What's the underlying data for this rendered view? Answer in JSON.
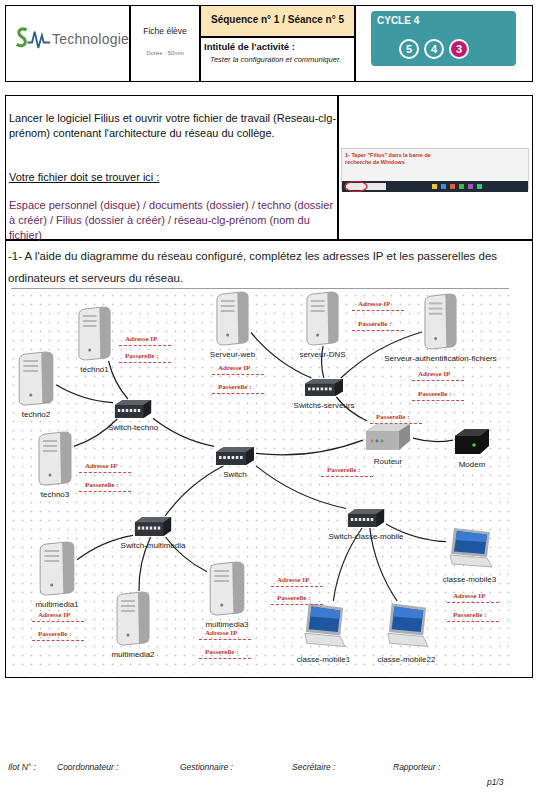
{
  "diagram": {
    "nodes": [
      {
        "text": [
          "Technologie"
        ]
      },
      {
        "text": [
          "Fiche élève",
          "Durée : 50min"
        ]
      },
      {
        "text": [
          "Séquence n° 1 / Séance n° 5"
        ]
      },
      {
        "text": [
          "Intitulé de l'activité :",
          "Tester la configuration et communiquer."
        ]
      },
      {
        "text": [
          "CYCLE 4",
          "5",
          "4",
          "3"
        ]
      },
      {
        "text": [
          "Lancer le logiciel Filius et ouvrir votre fichier de travail (Reseau-clg-prénom) contenant l'architecture du réseau du collège.",
          "Votre fichier doit se trouver ici :",
          "Espace personnel (disque) / documents (dossier) / techno (dossier à créér) / Filius (dossier à créér) / réseau-clg-prénom (nom du fichier)"
        ]
      },
      {
        "text": [
          "1- Taper \"Filius\" dans la barre de recherche de Windows"
        ]
      },
      {
        "text": [
          "-1- A l'aide du diagramme du réseau configuré, complétez les adresses IP et les passerelles des ordinateurs et serveurs du réseau."
        ]
      },
      {
        "text": [
          "techno1"
        ],
        "in": 7
      },
      {
        "text": [
          "Serveur-web"
        ],
        "in": 7
      },
      {
        "text": [
          "serveur-DNS"
        ],
        "in": 7
      },
      {
        "text": [
          "Serveur-authentification-fichiers"
        ],
        "in": 7
      },
      {
        "text": [
          "techno2"
        ],
        "in": 7
      },
      {
        "text": [
          "Switchs-serveurs"
        ],
        "in": 7
      },
      {
        "text": [
          "Switch-techno"
        ],
        "in": 7
      },
      {
        "text": [
          "Routeur"
        ],
        "in": 7
      },
      {
        "text": [
          "Modem"
        ],
        "in": 7
      },
      {
        "text": [
          "Switch"
        ],
        "in": 7
      },
      {
        "text": [
          "techno3"
        ],
        "in": 7
      },
      {
        "text": [
          "Switch-classe-mobile"
        ],
        "in": 7
      },
      {
        "text": [
          "Switch-multimedia"
        ],
        "in": 7
      },
      {
        "text": [
          "classe-mobile3"
        ],
        "in": 7
      },
      {
        "text": [
          "multimedia1"
        ],
        "in": 7
      },
      {
        "text": [
          "multimedia2"
        ],
        "in": 7
      },
      {
        "text": [
          "multimedia3"
        ],
        "in": 7
      },
      {
        "text": [
          "classe-mobile1"
        ],
        "in": 7
      },
      {
        "text": [
          "classe-mobile22"
        ],
        "in": 7
      }
    ],
    "edges": [
      {
        "from": 8,
        "to": 14,
        "arrow": "none"
      },
      {
        "from": 12,
        "to": 14,
        "arrow": "none"
      },
      {
        "from": 18,
        "to": 14,
        "arrow": "none"
      },
      {
        "from": 14,
        "to": 17,
        "arrow": "none"
      },
      {
        "from": 9,
        "to": 13,
        "arrow": "none"
      },
      {
        "from": 10,
        "to": 13,
        "arrow": "none"
      },
      {
        "from": 11,
        "to": 13,
        "arrow": "none"
      },
      {
        "from": 13,
        "to": 15,
        "arrow": "none"
      },
      {
        "from": 17,
        "to": 15,
        "arrow": "none"
      },
      {
        "from": 15,
        "to": 16,
        "arrow": "none"
      },
      {
        "from": 17,
        "to": 20,
        "arrow": "none"
      },
      {
        "from": 17,
        "to": 19,
        "arrow": "none"
      },
      {
        "from": 20,
        "to": 22,
        "arrow": "none"
      },
      {
        "from": 20,
        "to": 23,
        "arrow": "none"
      },
      {
        "from": 20,
        "to": 24,
        "arrow": "none"
      },
      {
        "from": 19,
        "to": 25,
        "arrow": "none"
      },
      {
        "from": 19,
        "to": 26,
        "arrow": "none"
      },
      {
        "from": 19,
        "to": 21,
        "arrow": "none"
      }
    ],
    "labels": [
      "Adresse IP",
      "Passerelle :",
      "Adresse IP",
      "Passerelle :",
      "Adresse IP",
      "Adresse IP",
      "Passerelle :",
      "Passerelle :",
      "Passerelle :",
      "Adresse IP",
      "Passerelle :",
      "Passerelle :",
      "Adresse IP",
      "Adresse IP",
      "Passerelle :",
      "Adresse IP",
      "Passerelle :",
      "Adresse IP",
      "Passerelle :",
      "Passerelle :",
      "Ilot N° :",
      "Coordonnateur :",
      "Gestionnaire :",
      "Secrétaire :",
      "Rapporteur :",
      "p1/3"
    ]
  }
}
